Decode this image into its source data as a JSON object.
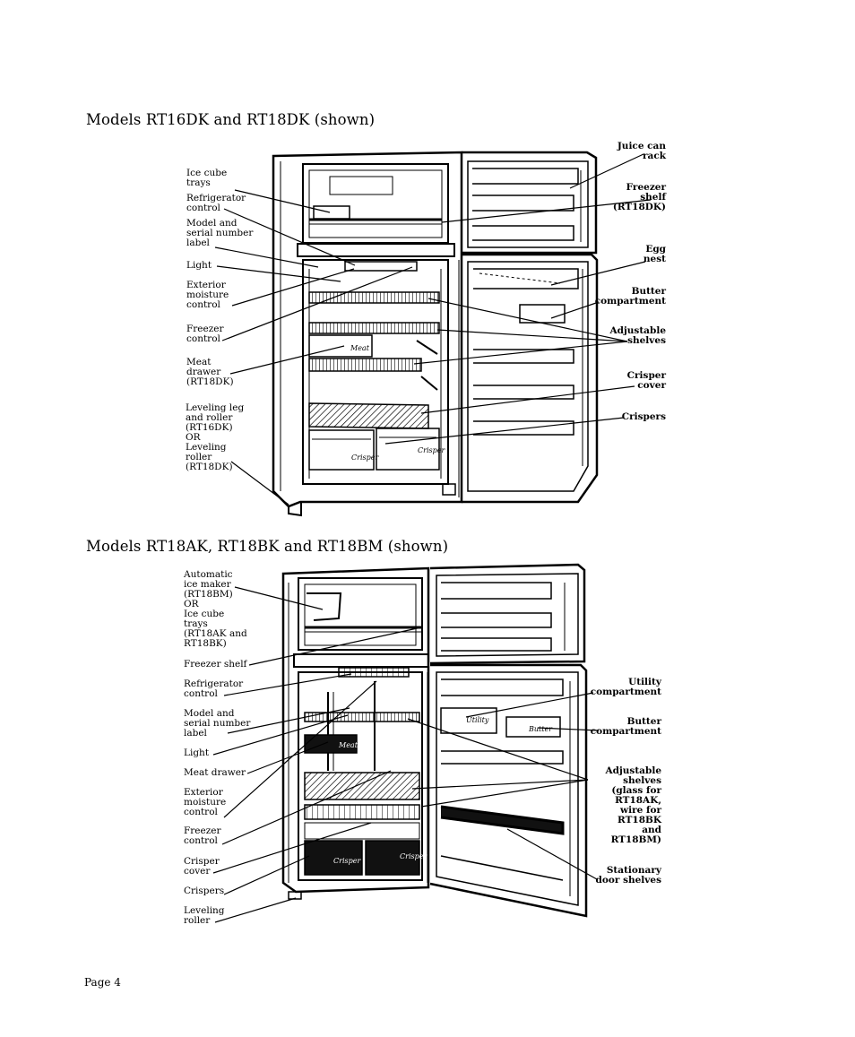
{
  "section1": {
    "heading": "Models RT16DK and RT18DK (shown)",
    "left_labels": [
      [
        "Ice cube",
        "trays"
      ],
      [
        "Refrigerator",
        "control"
      ],
      [
        "Model and",
        "serial number",
        "label"
      ],
      [
        "Light"
      ],
      [
        "Exterior",
        "moisture",
        "control"
      ],
      [
        "Freezer",
        "control"
      ],
      [
        "Meat",
        "drawer",
        "(RT18DK)"
      ],
      [
        "Leveling leg",
        "and roller",
        "(RT16DK)",
        "OR",
        "Leveling",
        "roller",
        "(RT18DK)"
      ]
    ],
    "right_labels": [
      [
        "Juice can",
        "rack"
      ],
      [
        "Freezer",
        "shelf",
        "(RT18DK)"
      ],
      [
        "Egg",
        "nest"
      ],
      [
        "Butter",
        "compartment"
      ],
      [
        "Adjustable",
        "shelves"
      ],
      [
        "Crisper",
        "cover"
      ],
      [
        "Crispers"
      ]
    ],
    "product_marks": [
      "Crisper",
      "Crisper",
      "Meat"
    ]
  },
  "section2": {
    "heading": "Models RT18AK, RT18BK and RT18BM (shown)",
    "left_labels": [
      [
        "Automatic",
        "ice maker",
        "(RT18BM)",
        "OR",
        "Ice cube",
        "trays",
        "(RT18AK and",
        "RT18BK)"
      ],
      [
        "Freezer shelf"
      ],
      [
        "Refrigerator",
        "control"
      ],
      [
        "Model and",
        "serial number",
        "label"
      ],
      [
        "Light"
      ],
      [
        "Meat drawer"
      ],
      [
        "Exterior",
        "moisture",
        "control"
      ],
      [
        "Freezer",
        "control"
      ],
      [
        "Crisper",
        "cover"
      ],
      [
        "Crispers"
      ],
      [
        "Leveling",
        "roller"
      ]
    ],
    "right_labels": [
      [
        "Utility",
        "compartment"
      ],
      [
        "Butter",
        "compartment"
      ],
      [
        "Adjustable",
        "shelves",
        "(glass for",
        "RT18AK,",
        "wire for",
        "RT18BK",
        "and",
        "RT18BM)"
      ],
      [
        "Stationary",
        "door shelves"
      ]
    ],
    "product_marks": [
      "Crisper",
      "Crisper",
      "Meat",
      "Utility",
      "Butter"
    ]
  },
  "footer": {
    "page": "Page 4"
  }
}
